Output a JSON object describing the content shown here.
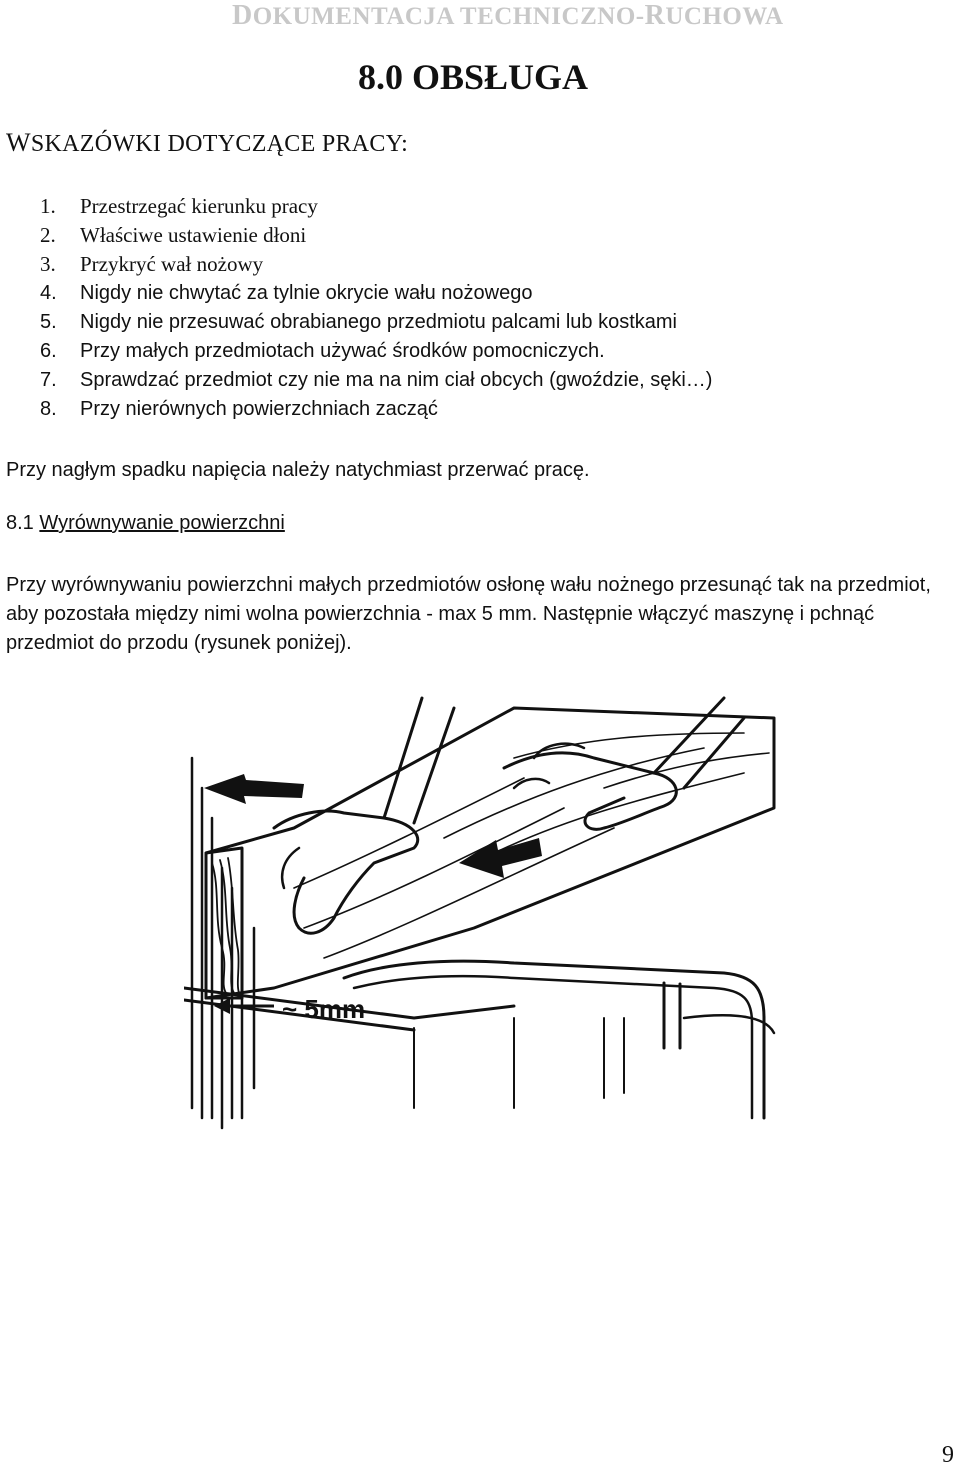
{
  "header": {
    "first_letter": "D",
    "rest_1": "OKUMENTACJA TECHNICZNO-",
    "second_cap": "R",
    "rest_2": "UCHOWA"
  },
  "chapter_title": "8.0 OBSŁUGA",
  "tips_heading": {
    "first_letter": "W",
    "rest": "SKAZÓWKI DOTYCZĄCE PRACY:"
  },
  "tips": [
    {
      "num": "1.",
      "text": "Przestrzegać kierunku pracy"
    },
    {
      "num": "2.",
      "text": "Właściwe ustawienie dłoni"
    },
    {
      "num": "3.",
      "text": "Przykryć wał nożowy"
    },
    {
      "num": "4.",
      "text": "Nigdy nie chwytać za tylnie okrycie wału nożowego"
    },
    {
      "num": "5.",
      "text": "Nigdy nie przesuwać obrabianego przedmiotu palcami lub kostkami"
    },
    {
      "num": "6.",
      "text": "Przy małych przedmiotach używać środków pomocniczych."
    },
    {
      "num": "7.",
      "text": "Sprawdzać przedmiot czy nie ma na nim ciał obcych (gwoździe, sęki…)"
    },
    {
      "num": "8.",
      "text": "Przy nierównych powierzchniach zacząć"
    }
  ],
  "warning": "Przy nagłym spadku napięcia należy natychmiast przerwać pracę.",
  "subsection": {
    "number": "8.1",
    "title": "Wyrównywanie powierzchni"
  },
  "body_text": "Przy wyrównywaniu powierzchni małych przedmiotów osłonę wału nożnego przesunąć tak na przedmiot, aby pozostała między nimi wolna powierzchnia -  max 5 mm. Następnie włączyć maszynę i pchnąć przedmiot do przodu (rysunek poniżej).",
  "figure": {
    "label": "~ 5mm"
  },
  "page_number": "9"
}
